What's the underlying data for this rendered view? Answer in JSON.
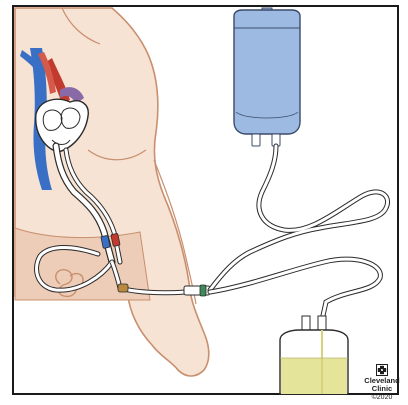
{
  "credit": {
    "brand_line1": "Cleveland",
    "brand_line2": "Clinic",
    "copyright": "©2020",
    "logo_icon": "cleveland-clinic-cross-icon"
  },
  "palette": {
    "frame": "#1a1a1a",
    "skin": "#f6e3d4",
    "skin_outline": "#c98f6e",
    "iv_fluid": "#9dbbe2",
    "iv_outline": "#3b4b6b",
    "drain_fluid": "#e4e49a",
    "tube": "#ffffff",
    "tube_outline": "#2b2b2b",
    "vein_blue": "#3a6fc6",
    "artery_red": "#c23a2e"
  }
}
